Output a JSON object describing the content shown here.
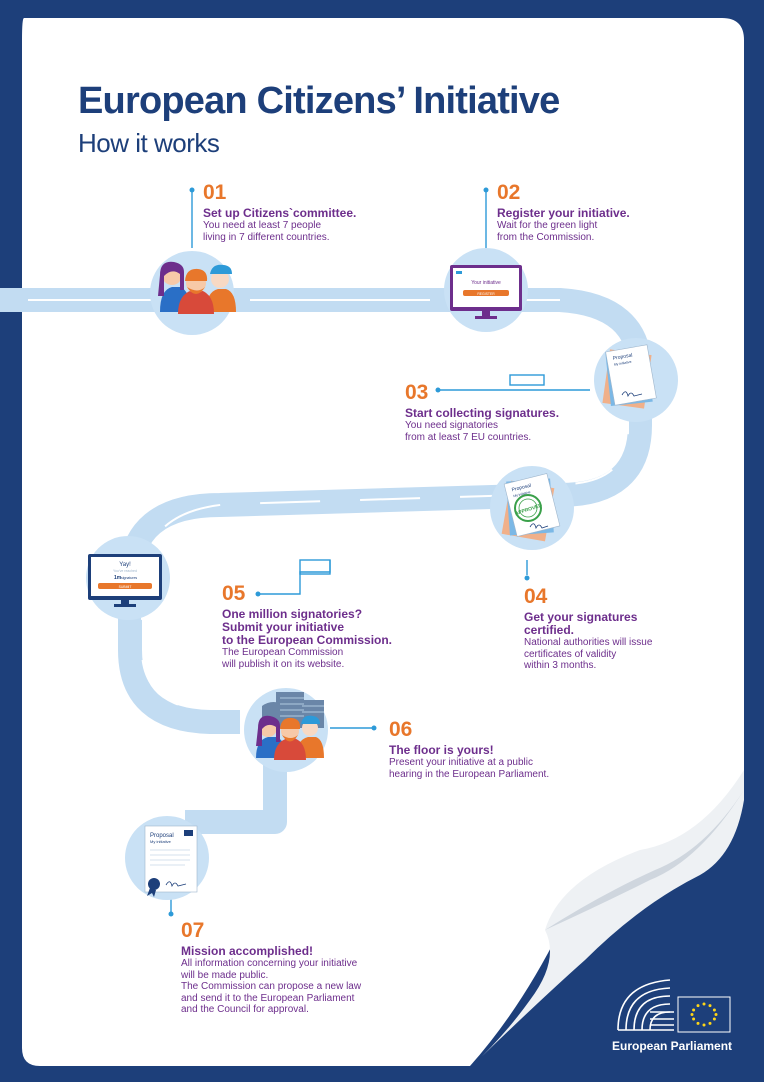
{
  "header": {
    "title": "European Citizens’ Initiative",
    "subtitle": "How it works"
  },
  "steps": [
    {
      "number": "01",
      "heading": "Set up Citizens`committee.",
      "body": [
        "You need at least 7 people",
        "living in 7 different countries."
      ]
    },
    {
      "number": "02",
      "heading": "Register your initiative.",
      "body": [
        "Wait for the green light",
        "from the Commission."
      ]
    },
    {
      "number": "03",
      "heading": "Start collecting signatures.",
      "body": [
        "You need signatories",
        "from at least 7 EU countries."
      ]
    },
    {
      "number": "04",
      "heading": "Get your signatures certified.",
      "heading_lines": [
        "Get your signatures",
        "certified."
      ],
      "body": [
        "National authorities will issue",
        "certificates of validity",
        "within 3 months."
      ]
    },
    {
      "number": "05",
      "heading_lines": [
        "One million signatories?",
        "Submit your initiative",
        "to the European Commission."
      ],
      "body": [
        "The European Commission",
        "will publish it on its website."
      ]
    },
    {
      "number": "06",
      "heading": "The floor is yours!",
      "body": [
        "Present your initiative at a public",
        "hearing in the European Parliament."
      ]
    },
    {
      "number": "07",
      "heading": "Mission accomplished!",
      "body": [
        "All information concerning your initiative",
        "will be made public.",
        "The Commission can propose a new law",
        "and send it to the European Parliament",
        "and the Council for approval."
      ]
    }
  ],
  "illustrations": {
    "register_screen_title": "Your initiative",
    "register_screen_button": "REGISTER",
    "submit_screen_title": "Yay!",
    "submit_screen_line1": "You've reached",
    "submit_screen_count": "1m",
    "submit_screen_line2": "signatures",
    "submit_screen_button": "SUBMIT",
    "doc_title": "Proposal",
    "doc_subtitle": "My initiative",
    "stamp_text": "APPROVED"
  },
  "footer": {
    "institution": "European Parliament"
  },
  "colors": {
    "navy": "#1d3f7a",
    "orange": "#e8772b",
    "purple": "#6d2e8c",
    "road": "#c2dcf2",
    "circle": "#c9e1f5",
    "pointer": "#2d9ad8"
  }
}
